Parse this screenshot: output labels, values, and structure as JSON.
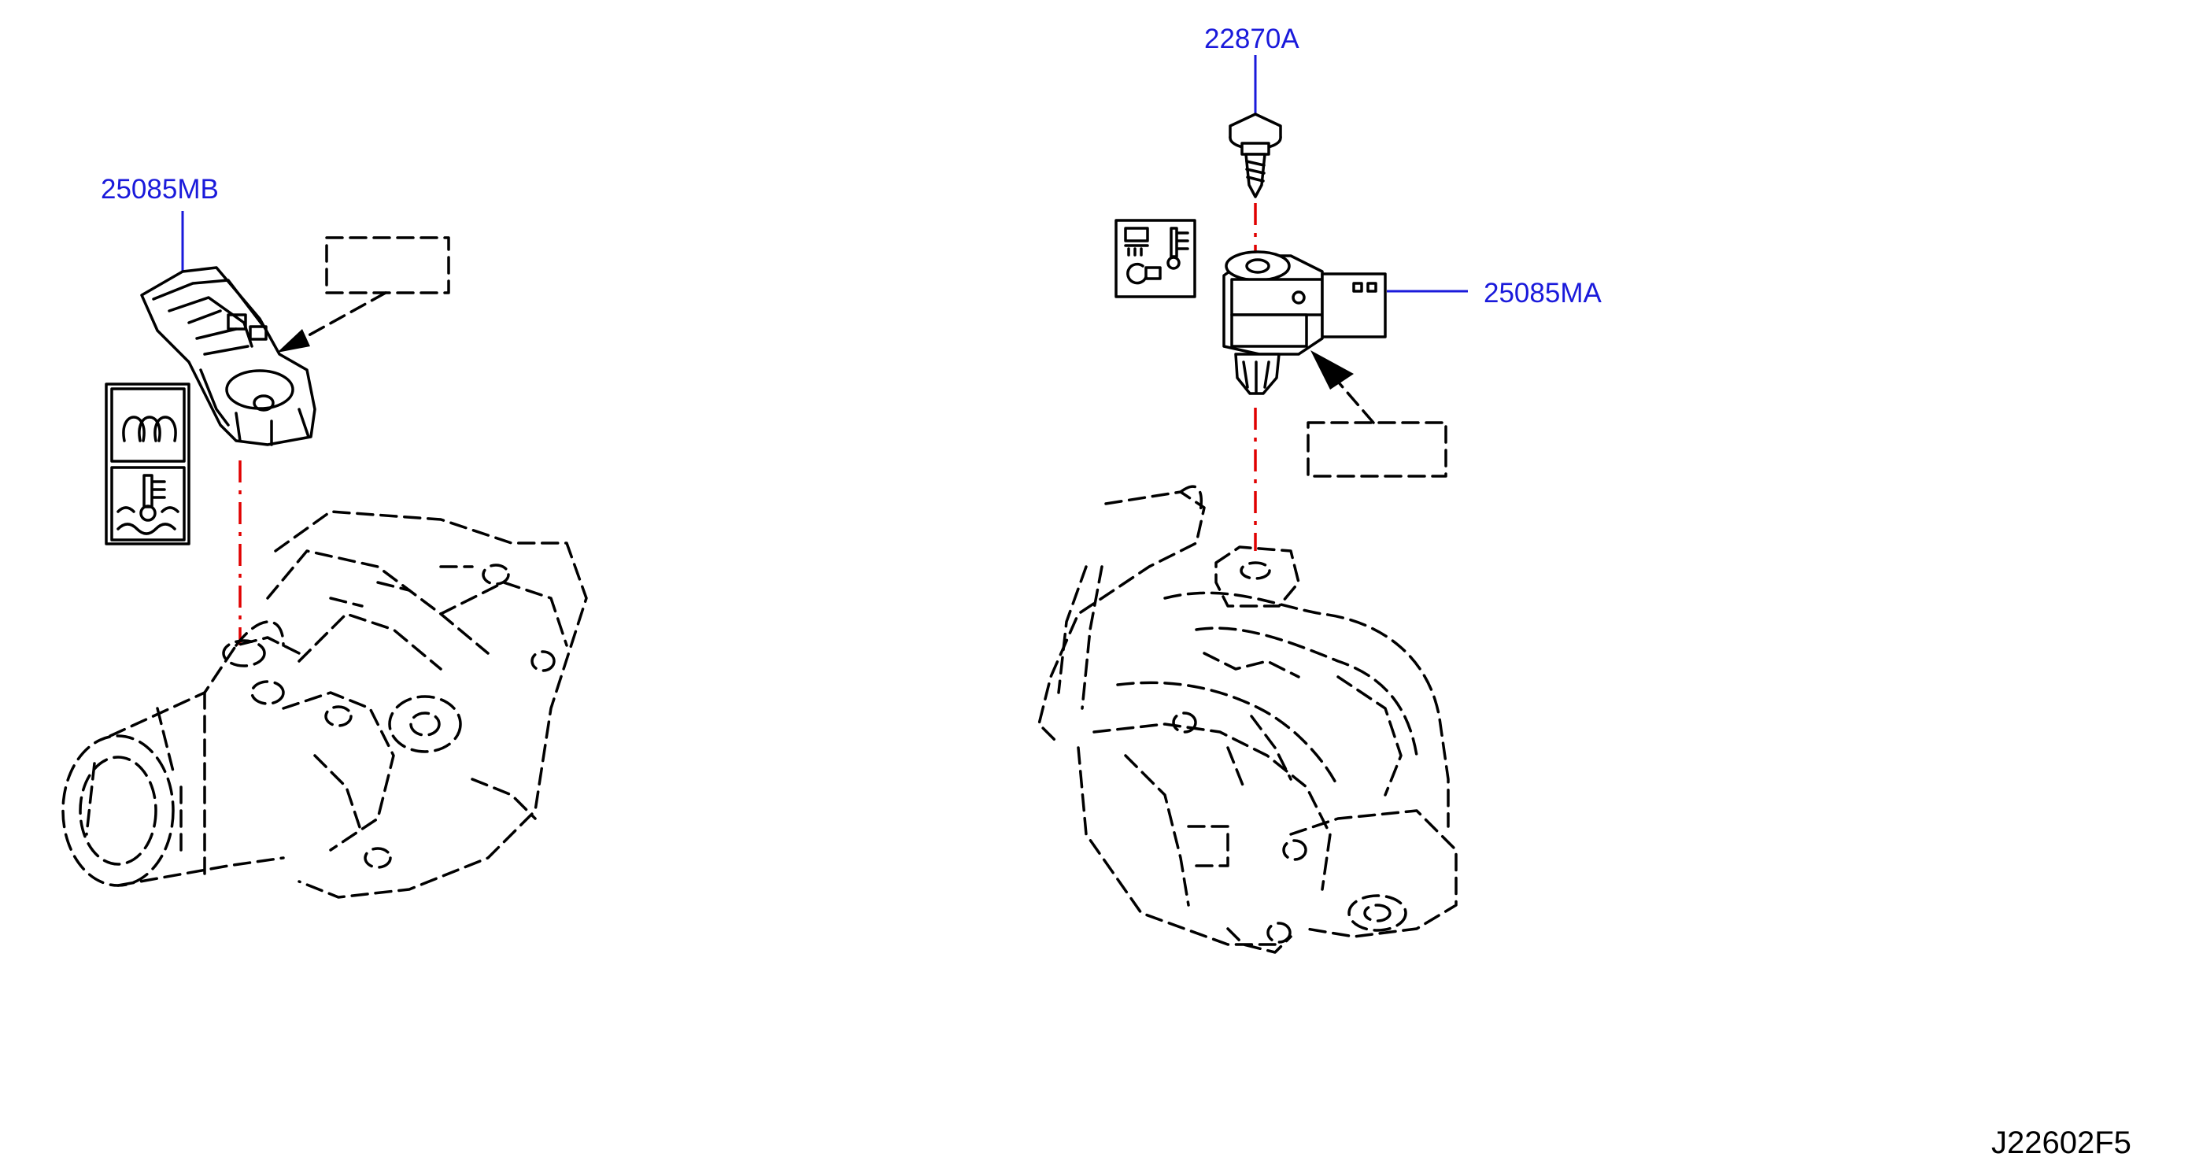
{
  "diagram": {
    "callouts": {
      "left_sensor": "25085MB",
      "bolt": "22870A",
      "right_sensor": "25085MA"
    },
    "drawing_code": "J22602F5",
    "colors": {
      "callout_text": "#1a1adb",
      "leader_line": "#1a1adb",
      "centerline": "#e00000",
      "linework": "#000000",
      "background": "#ffffff"
    },
    "icons": [
      "intake-air-temperature-symbol",
      "coolant-temperature-symbol",
      "boost-pressure-temperature-symbol"
    ]
  }
}
